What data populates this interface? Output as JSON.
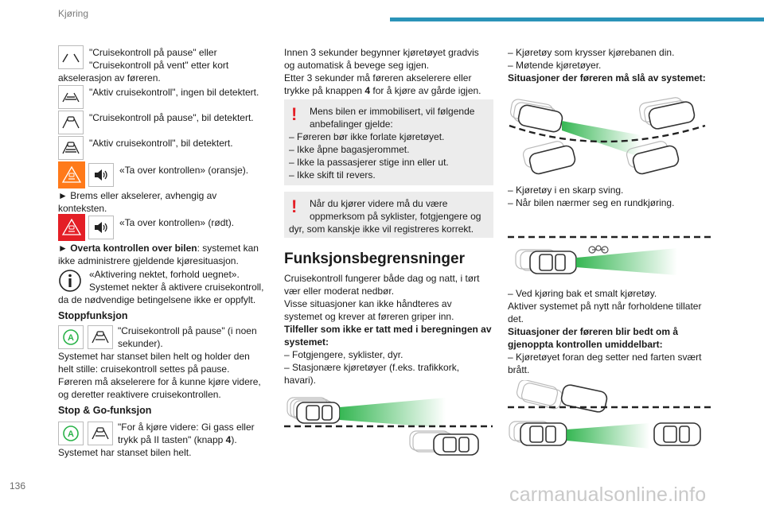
{
  "header": {
    "section_title": "Kjøring"
  },
  "page_number": "136",
  "watermark": "carmanualsonline.info",
  "col1": {
    "pause_text_1": "\"Cruisekontroll på pause\" eller",
    "pause_text_2": "\"Cruisekontroll på vent\" etter kort",
    "pause_text_3": "akselerasjon av føreren.",
    "active_none": "\"Aktiv cruisekontroll\", ingen bil detektert.",
    "pause_detected": "\"Cruisekontroll på pause\", bil detektert.",
    "active_detected": "\"Aktiv cruisekontroll\", bil detektert.",
    "takeover_orange": "«Ta over kontrollen» (oransje).",
    "brake_1": "► Brems eller akselerer, avhengig av",
    "brake_2": "konteksten.",
    "takeover_red": "«Ta over kontrollen» (rødt).",
    "overta_bold": "► Overta kontrollen over bilen",
    "overta_rest": ": systemet kan",
    "overta_2": "ikke administrere gjeldende kjøresituasjon.",
    "refused_1": "«Aktivering nektet, forhold uegnet».",
    "refused_2": "Systemet nekter å aktivere cruisekontroll,",
    "refused_3": "da de nødvendige betingelsene ikke er oppfylt.",
    "stop_heading": "Stoppfunksjon",
    "stop_icon_1": "\"Cruisekontroll på pause\" (i noen",
    "stop_icon_2": "sekunder).",
    "stop_p1": "Systemet har stanset bilen helt og holder den",
    "stop_p2": "helt stille: cruisekontroll settes på pause.",
    "stop_p3": "Føreren må akselerere for å kunne kjøre videre,",
    "stop_p4": "og deretter reaktivere cruisekontrollen.",
    "stopgo_heading": "Stop & Go-funksjon",
    "stopgo_icon_1": "\"For å kjøre videre: Gi gass eller",
    "stopgo_icon_2a": "trykk på II tasten\" (knapp ",
    "stopgo_icon_2b": "4",
    "stopgo_icon_2c": ").",
    "stopgo_p1": "Systemet har stanset bilen helt."
  },
  "col2": {
    "p1": "Innen 3 sekunder begynner kjøretøyet gradvis",
    "p2": "og automatisk å bevege seg igjen.",
    "p3": "Etter 3 sekunder må føreren akselerere eller",
    "p4a": "trykke på knappen ",
    "p4b": "4",
    "p4c": " for å kjøre av gårde igjen.",
    "warn1_1": "Mens bilen er immobilisert, vil følgende",
    "warn1_2": "anbefalinger gjelde:",
    "warn1_3": "– Føreren bør ikke forlate kjøretøyet.",
    "warn1_4": "– Ikke åpne bagasjerommet.",
    "warn1_5": "– Ikke la passasjerer stige inn eller ut.",
    "warn1_6": "– Ikke skift til revers.",
    "warn2_1": "Når du kjører videre må du være",
    "warn2_2": "oppmerksom på syklister, fotgjengere og",
    "warn2_3": "dyr, som kanskje ikke vil registreres korrekt.",
    "heading": "Funksjonsbegrensninger",
    "b1": "Cruisekontroll fungerer både dag og natt, i tørt",
    "b2": "vær eller moderat nedbør.",
    "b3": "Visse situasjoner kan ikke håndteres av",
    "b4": "systemet og krever at føreren griper inn.",
    "b5": "Tilfeller som ikke er tatt med i beregningen av",
    "b6": "systemet:",
    "b7": "– Fotgjengere, syklister, dyr.",
    "b8": "– Stasjonære kjøretøyer (f.eks. trafikkork,",
    "b9": "havari)."
  },
  "col3": {
    "l1": "– Kjøretøy som krysser kjørebanen din.",
    "l2": "– Møtende kjøretøyer.",
    "l3": "Situasjoner der føreren må slå av systemet:",
    "l4": "– Kjøretøy i en skarp sving.",
    "l5": "– Når bilen nærmer seg en rundkjøring.",
    "l6": "– Ved kjøring bak et smalt kjøretøy.",
    "l7": "Aktiver systemet på nytt når forholdene tillater",
    "l8": "det.",
    "l9": "Situasjoner der føreren blir bedt om å",
    "l10": "gjenoppta kontrollen umiddelbart:",
    "l11": "– Kjøretøyet foran deg setter ned farten svært",
    "l12": "brått."
  },
  "colors": {
    "accent": "#2a93b8",
    "orange": "#ff7a1a",
    "red": "#e41f26",
    "green": "#2bb34a"
  }
}
